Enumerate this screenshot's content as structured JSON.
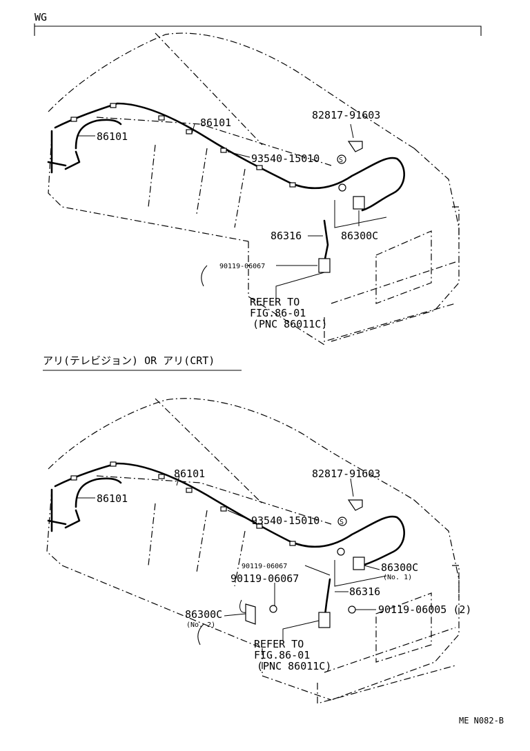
{
  "header": {
    "variant": "WG"
  },
  "section2": {
    "title": "アリ(テレビジョン) OR アリ(CRT)"
  },
  "diagram1": {
    "labels": {
      "a": "86101",
      "b": "86101",
      "c": "82817-91603",
      "d": "93540-15010",
      "d_symbol": "S",
      "e": "86316",
      "f": "86300C",
      "g": "90119-06067",
      "refer1": "REFER TO",
      "refer2": "FIG.86-01",
      "refer3": "(PNC 86011C)"
    }
  },
  "diagram2": {
    "labels": {
      "a": "86101",
      "b": "86101",
      "c": "82817-91603",
      "d": "93540-15010",
      "d_symbol": "S",
      "h": "90119-06067",
      "i": "86300C",
      "i_sub": "(No. 1)",
      "j": "90119-06067",
      "k": "86316",
      "l": "86300C",
      "l_sub": "(No. 2)",
      "m": "90119-06005 (2)",
      "refer1": "REFER TO",
      "refer2": "FIG.86-01",
      "refer3": "(PNC 86011C)"
    }
  },
  "footer": {
    "code": "ME  N082-B"
  }
}
